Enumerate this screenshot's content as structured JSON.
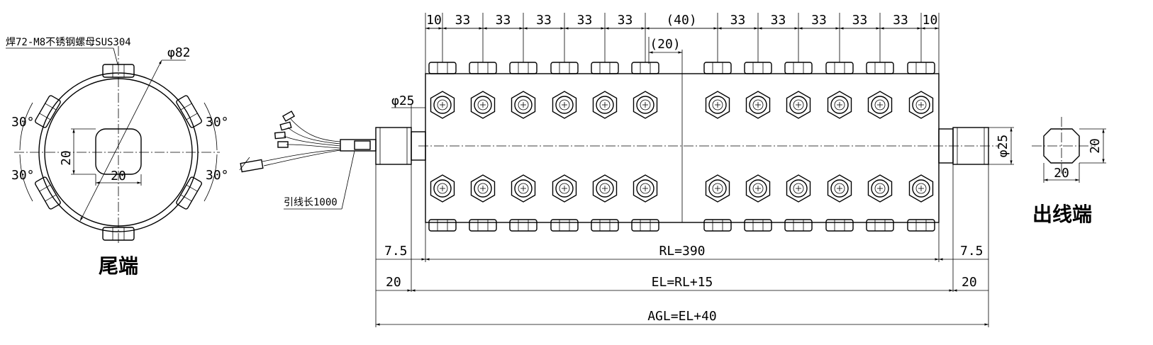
{
  "tail_end": {
    "label": "尾端",
    "nut_note": "焊72-M8不锈钢螺母SUS304",
    "diameter": "φ82",
    "angles": [
      "30°",
      "30°",
      "30°",
      "30°"
    ],
    "square_v": "20",
    "square_h": "20"
  },
  "main": {
    "top_pitches": [
      "10",
      "33",
      "33",
      "33",
      "33",
      "33",
      "(40)",
      "33",
      "33",
      "33",
      "33",
      "33",
      "10"
    ],
    "center_gap": "(20)",
    "shaft_left_dia": "φ25",
    "lead_length": "引线长1000",
    "shaft_right_dia": "φ25",
    "dims": {
      "left_7_5": "7.5",
      "right_7_5": "7.5",
      "rl": "RL=390",
      "left_20": "20",
      "right_20": "20",
      "el": "EL=RL+15",
      "agl": "AGL=EL+40"
    }
  },
  "out_end": {
    "label": "出线端",
    "square_h": "20",
    "square_v": "20"
  }
}
